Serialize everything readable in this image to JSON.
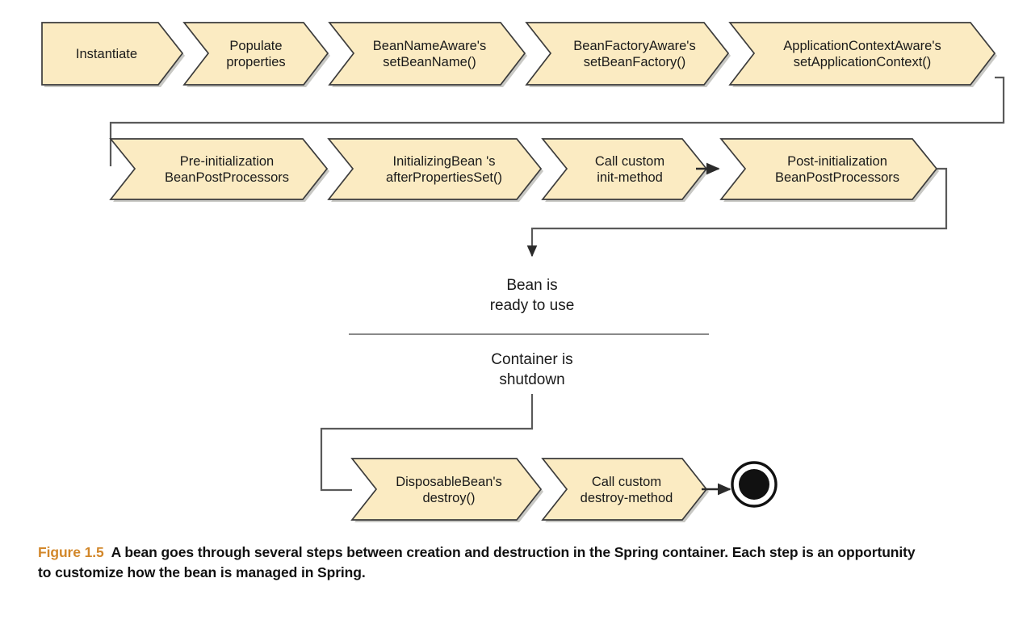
{
  "figure": {
    "number_label": "Figure 1.5",
    "number_color": "#d2872a",
    "caption": "A bean goes through several steps between creation and destruction in the Spring container. Each step is an opportunity to customize how the bean is managed in Spring."
  },
  "style": {
    "chevron_fill": "#FBEBC2",
    "chevron_stroke": "#3b3b3b",
    "chevron_shadow": "#9a9a94",
    "connector_stroke": "#4a4a4a",
    "text_color": "#1a1a1a",
    "background": "#ffffff"
  },
  "diagram": {
    "type": "flowchart",
    "title": "Spring bean lifecycle",
    "row1": [
      {
        "id": "instantiate",
        "line1": "Instantiate",
        "line2": ""
      },
      {
        "id": "populate-properties",
        "line1": "Populate",
        "line2": "properties"
      },
      {
        "id": "bean-name-aware",
        "line1": "BeanNameAware's",
        "line2": "setBeanName()"
      },
      {
        "id": "bean-factory-aware",
        "line1": "BeanFactoryAware's",
        "line2": "setBeanFactory()"
      },
      {
        "id": "application-context-aware",
        "line1": "ApplicationContextAware's",
        "line2": "setApplicationContext()"
      }
    ],
    "row2": [
      {
        "id": "pre-initialization-bpp",
        "line1": "Pre-initialization",
        "line2": "BeanPostProcessors"
      },
      {
        "id": "initializing-bean",
        "line1": "InitializingBean  's",
        "line2": "afterPropertiesSet()"
      },
      {
        "id": "call-custom-init-method",
        "line1": "Call custom",
        "line2": "init-method"
      },
      {
        "id": "post-initialization-bpp",
        "line1": "Post-initialization",
        "line2": "BeanPostProcessors"
      }
    ],
    "states": [
      {
        "id": "bean-ready",
        "line1": "Bean is",
        "line2": "ready to use"
      },
      {
        "id": "container-shutdown",
        "line1": "Container is",
        "line2": "shutdown"
      }
    ],
    "row3": [
      {
        "id": "disposable-bean",
        "line1": "DisposableBean's",
        "line2": "destroy()"
      },
      {
        "id": "call-custom-destroy-method",
        "line1": "Call custom",
        "line2": "destroy-method"
      }
    ],
    "end_node": {
      "id": "final-state",
      "label": ""
    }
  }
}
